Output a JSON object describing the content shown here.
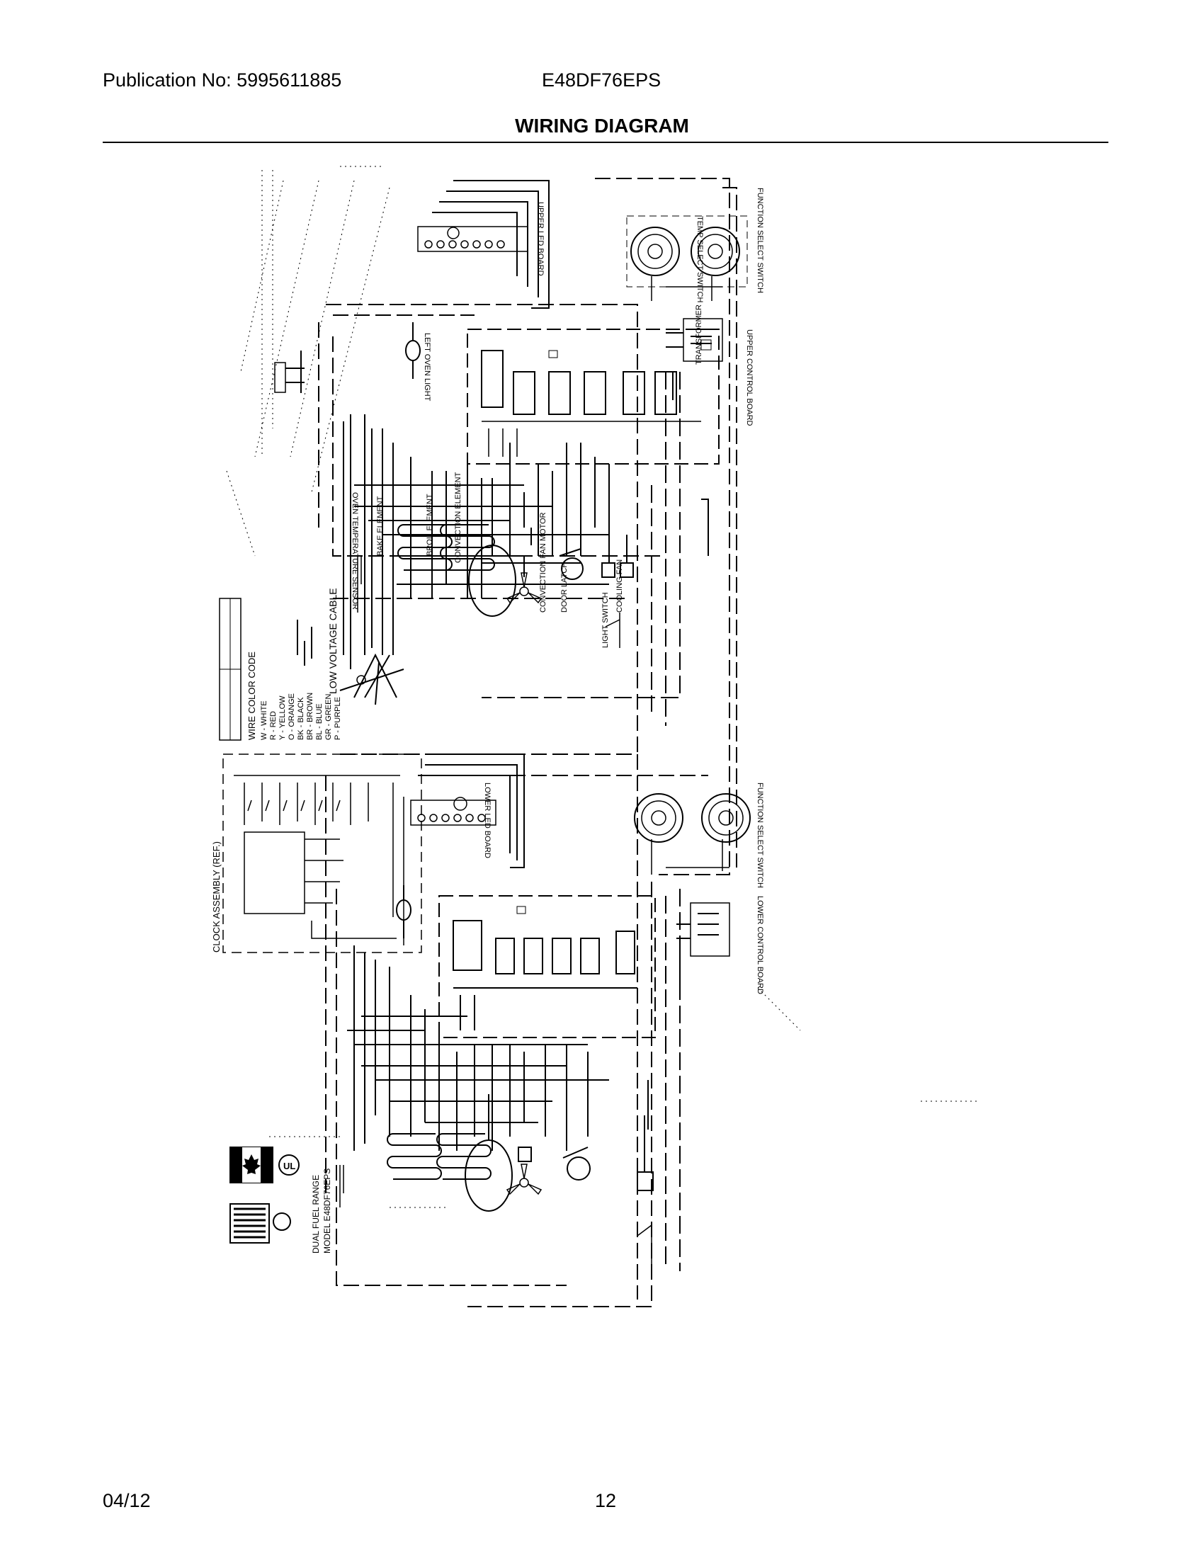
{
  "header": {
    "publication": "Publication No: 5995611885",
    "model": "E48DF76EPS",
    "title": "WIRING DIAGRAM"
  },
  "legend": {
    "heading": "WIRE COLOR CODE",
    "entries": [
      "W - WHITE",
      "R - RED",
      "Y - YELLOW",
      "O - ORANGE",
      "BK - BLACK",
      "BR - BROWN",
      "BL - BLUE",
      "GR - GREEN",
      "P - PURPLE"
    ]
  },
  "labels": {
    "low_voltage_cable": "LOW VOLTAGE CABLE",
    "clock_assembly": "CLOCK ASSEMBLY (REF.)",
    "product_name": "DUAL FUEL RANGE",
    "product_model": "MODEL E48DF76EPS",
    "upper_control_board": "UPPER CONTROL BOARD",
    "lower_control_board": "LOWER CONTROL BOARD",
    "upper_led_board": "UPPER LED BOARD",
    "lower_led_board": "LOWER LED BOARD",
    "temp_select_switch": "TEMP SELECT SWITCH",
    "function_select_switch": "FUNCTION SELECT SWITCH",
    "left_oven_light": "LEFT OVEN LIGHT",
    "bake_element": "BAKE ELEMENT",
    "broil_element": "BROIL ELEMENT",
    "convection_element": "CONVECTION ELEMENT",
    "convection_fan_motor": "CONVECTION FAN MOTOR",
    "door_latch": "DOOR LATCH",
    "oven_temperature_sensor": "OVEN TEMPERATURE SENSOR",
    "light_switch": "LIGHT SWITCH",
    "cooling_fan": "COOLING FAN",
    "transformer": "TRANSFORMER"
  },
  "footer": {
    "date": "04/12",
    "page": "12"
  }
}
